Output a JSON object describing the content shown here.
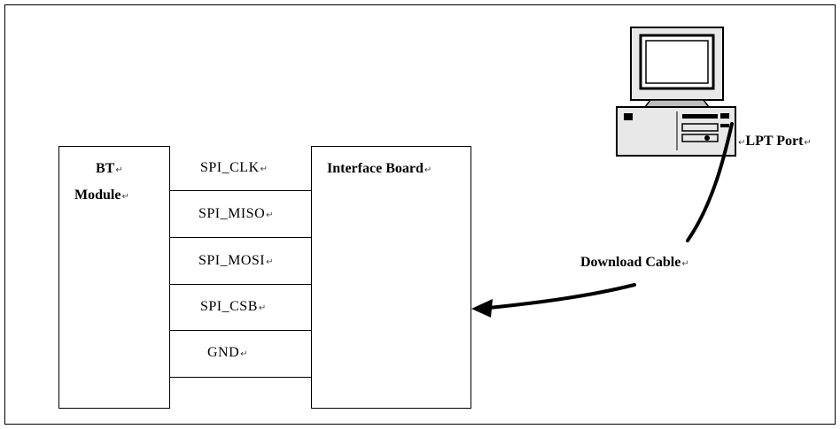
{
  "diagram": {
    "bt_module": {
      "line1": "BT",
      "line2": "Module"
    },
    "interface_board": "Interface Board",
    "signals": [
      "SPI_CLK",
      "SPI_MISO",
      "SPI_MOSI",
      "SPI_CSB",
      "GND"
    ],
    "lpt_port": "LPT Port",
    "download_cable": "Download Cable",
    "return_mark": "↵"
  }
}
